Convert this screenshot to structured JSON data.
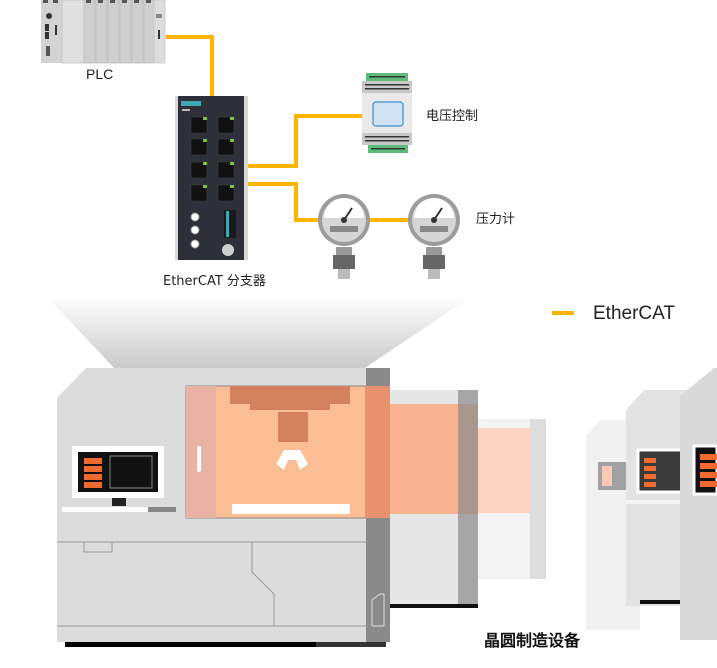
{
  "diagram": {
    "devices": {
      "plc": {
        "label": "PLC",
        "icon": "plc-icon"
      },
      "switch": {
        "label": "EtherCAT 分支器",
        "icon": "ethercat-switch-icon"
      },
      "voltage_control": {
        "label": "电压控制",
        "icon": "voltage-control-module-icon"
      },
      "pressure_gauge": {
        "label": "压力计",
        "icon": "pressure-gauge-icon",
        "count": 2
      }
    },
    "legend": {
      "items": [
        {
          "label": "EtherCAT",
          "color": "#FFB400"
        }
      ]
    },
    "equipment": {
      "label": "晶圆制造设备",
      "icon": "wafer-fab-machine-icon"
    },
    "connections": [
      {
        "from": "PLC",
        "to": "EtherCAT 分支器"
      },
      {
        "from": "EtherCAT 分支器",
        "to": "电压控制"
      },
      {
        "from": "EtherCAT 分支器",
        "to": "压力计"
      },
      {
        "from": "压力计",
        "to": "压力计"
      }
    ],
    "colors": {
      "ethercat_line": "#FFB400",
      "machine_body": "#DCDCDC",
      "machine_window": "#F9A47E",
      "switch_body": "#2E3039",
      "module_terminal": "#5DBB7A"
    }
  }
}
